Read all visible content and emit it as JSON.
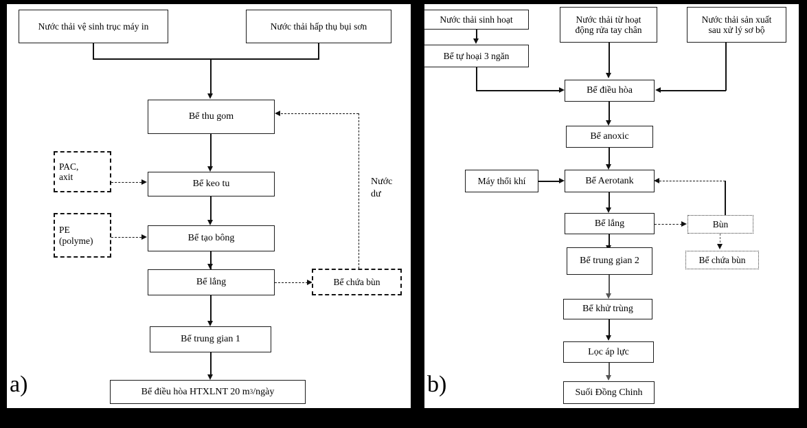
{
  "figure": {
    "panel_a_caption": "a)",
    "panel_b_caption": "b)"
  },
  "panel_a": {
    "nodes": {
      "src_print_roller": "Nước thải vệ sinh trục máy in",
      "src_paint_dust": "Nước thải hấp thụ bụi sơn",
      "collection_tank": "Bể thu gom",
      "pac_acid": "PAC,\naxit",
      "coagulation_tank": "Bể keo tu",
      "pe_polymer": "PE\n(polyme)",
      "flocculation_tank": "Bể tạo bông",
      "settling_tank": "Bể lắng",
      "sludge_holding_tank": "Bể chứa bùn",
      "intermediate_tank_1": "Bể trung gian 1",
      "equalization_tank_htxlnt": "Bể điều hòa HTXLNT 20 m³/ngày",
      "equalization_tank_htxlnt_prefix": "Bể điều hòa HTXLNT 20 m",
      "equalization_tank_htxlnt_sup": "3",
      "equalization_tank_htxlnt_suffix": "/ngày"
    },
    "labels": {
      "excess_water": "Nước\ndư",
      "excess_water_line1": "Nước",
      "excess_water_line2": "dư"
    },
    "chem_lines": {
      "pac_line1": "PAC,",
      "pac_line2": "axit",
      "pe_line1": "PE",
      "pe_line2": "(polyme)"
    }
  },
  "panel_b": {
    "nodes": {
      "src_domestic": "Nước thải sinh hoạt",
      "septic_tank_3": "Bể tự hoại 3 ngăn",
      "src_handwash_line1": "Nước thải từ hoạt",
      "src_handwash_line2": "động rửa tay chân",
      "src_production_line1": "Nước thải sản xuất",
      "src_production_line2": "sau xử lý sơ bộ",
      "equalization_tank": "Bể điều hòa",
      "anoxic_tank": "Bể anoxic",
      "blower": "Máy thổi khí",
      "aerotank": "Bể Aerotank",
      "settling_tank": "Bể lắng",
      "sludge": "Bùn",
      "sludge_holding_tank": "Bể chứa bùn",
      "intermediate_tank_2": "Bể trung gian 2",
      "disinfection_tank": "Bể khử trùng",
      "pressure_filter": "Lọc áp lực",
      "outlet_stream": "Suối Đồng Chinh"
    }
  },
  "colors": {
    "line": "#111111",
    "box_border": "#1a1a1a",
    "frame": "#000000",
    "background": "#ffffff"
  }
}
